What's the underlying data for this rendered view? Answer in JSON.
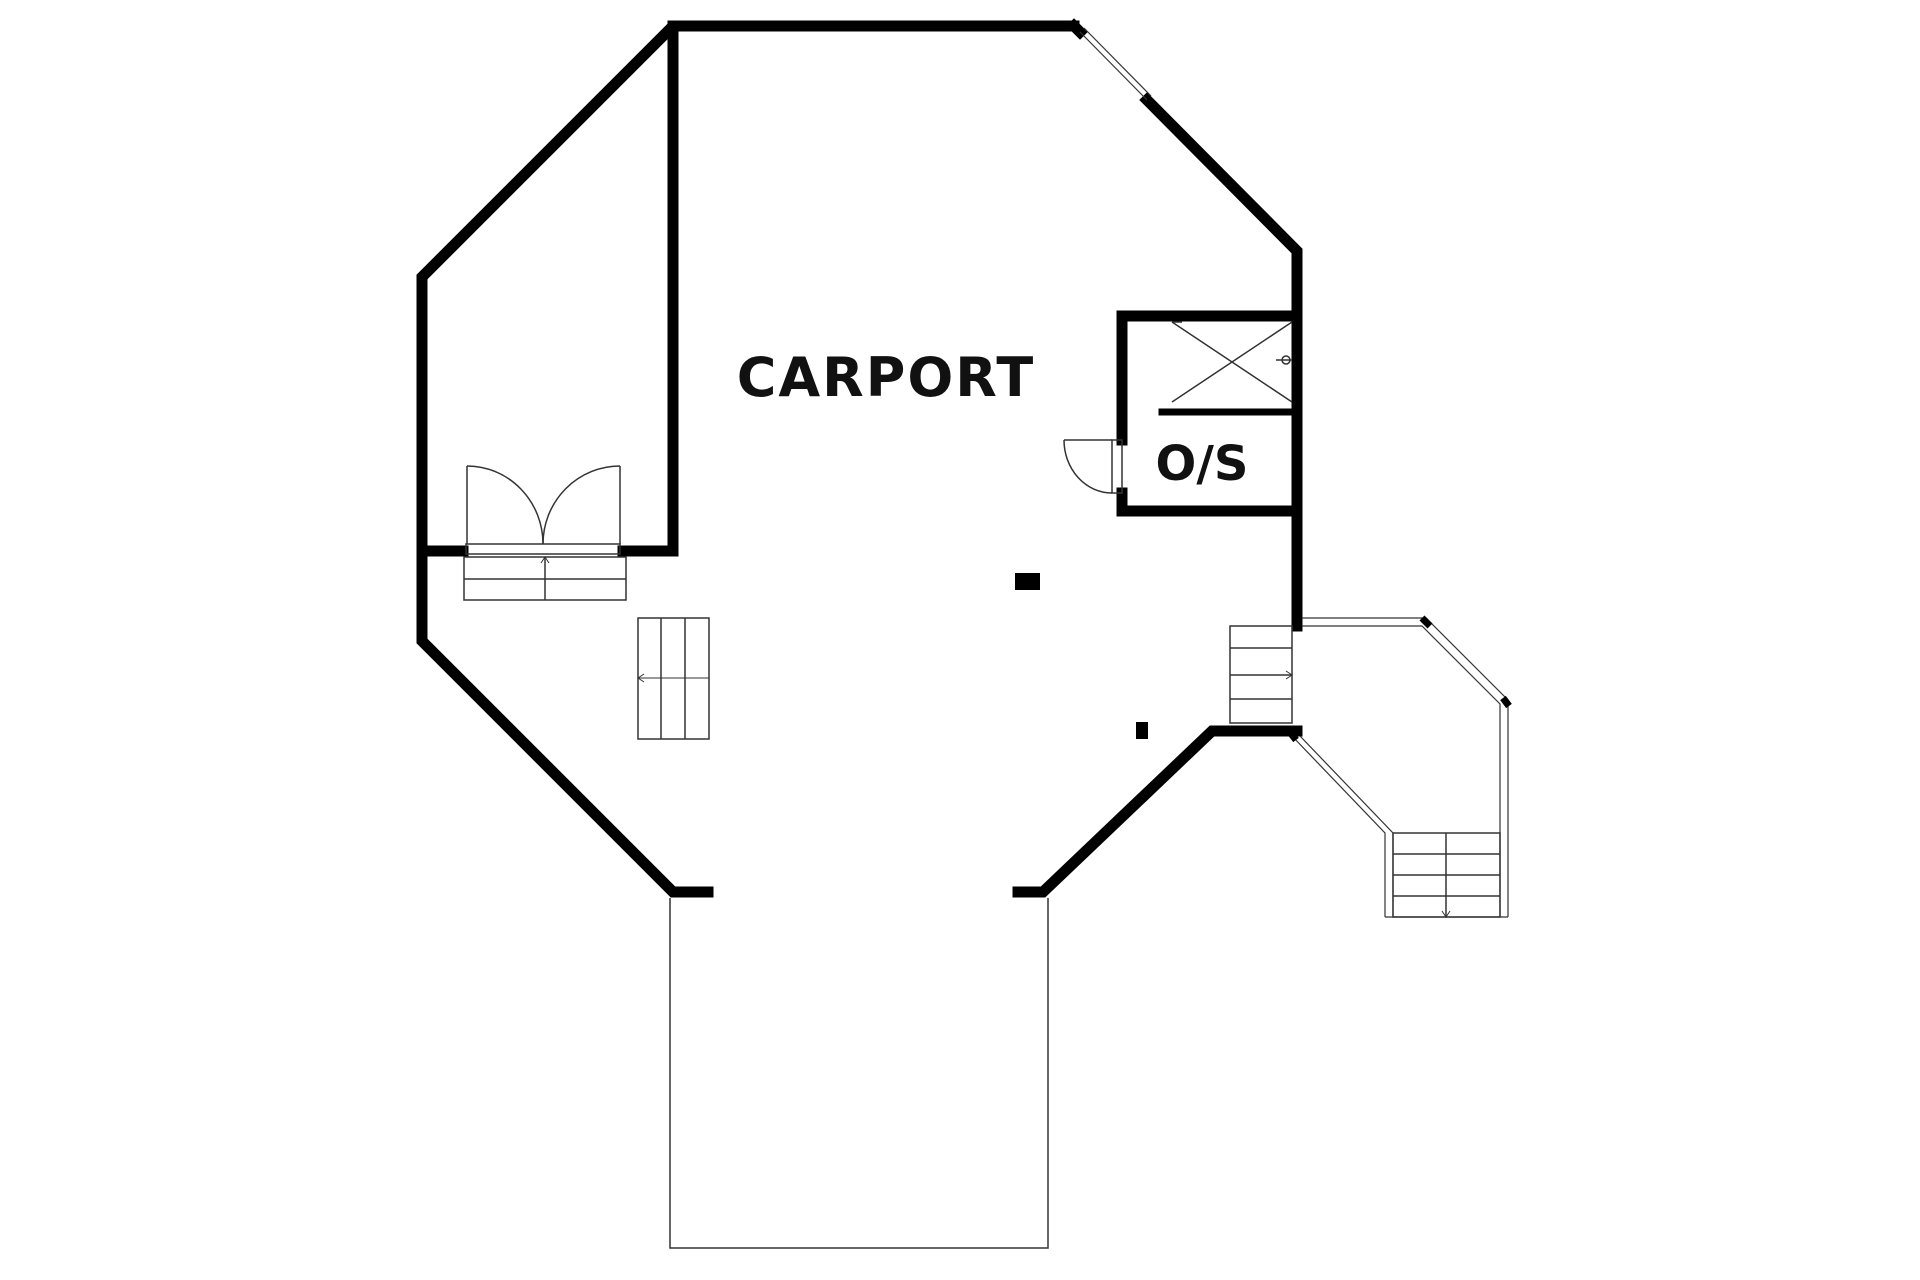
{
  "floorplan": {
    "rooms": [
      {
        "id": "carport",
        "label": "CARPORT"
      },
      {
        "id": "outside-storage",
        "label": "O/S"
      }
    ],
    "fixtures": [
      {
        "id": "double-door",
        "kind": "double swing door"
      },
      {
        "id": "stair-entry",
        "kind": "stairs"
      },
      {
        "id": "stair-inner",
        "kind": "stairs"
      },
      {
        "id": "stair-side",
        "kind": "stairs"
      },
      {
        "id": "stair-deck",
        "kind": "stairs"
      },
      {
        "id": "closet-door",
        "kind": "swing door"
      },
      {
        "id": "water-heater",
        "kind": "fixture"
      },
      {
        "id": "posts",
        "kind": "support posts"
      }
    ],
    "colors": {
      "wall": "#000000",
      "line": "#333333",
      "background": "#ffffff"
    }
  }
}
